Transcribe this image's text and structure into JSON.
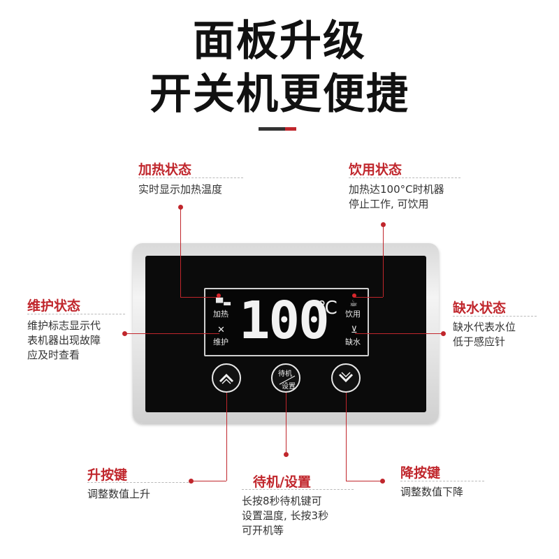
{
  "headline": {
    "line1": "面板升级",
    "line2": "开关机更便捷"
  },
  "callouts": {
    "heating": {
      "title": "加热状态",
      "desc": "实时显示加热温度"
    },
    "drinking": {
      "title": "饮用状态",
      "desc": "加热达100°C时机器\n停止工作, 可饮用"
    },
    "maintenance": {
      "title": "维护状态",
      "desc": "维护标志显示代\n表机器出现故障\n应及时查看"
    },
    "water_shortage": {
      "title": "缺水状态",
      "desc": "缺水代表水位\n低于感应针"
    },
    "up_key": {
      "title": "升按键",
      "desc": "调整数值上升"
    },
    "standby": {
      "title": "待机/设置",
      "desc": "长按8秒待机键可\n设置温度, 长按3秒\n可开机等"
    },
    "down_key": {
      "title": "降按键",
      "desc": "调整数值下降"
    }
  },
  "display": {
    "temperature": "100",
    "unit": "℃",
    "indicators": {
      "heating": {
        "label": "加热",
        "icon": "heater-icon"
      },
      "maintenance": {
        "label": "维护",
        "icon": "tools-icon"
      },
      "drinking": {
        "label": "饮用",
        "icon": "cup-icon"
      },
      "water_shortage": {
        "label": "缺水",
        "icon": "water-level-icon"
      }
    }
  },
  "buttons": {
    "up": {
      "icon": "chevron-up-icon"
    },
    "standby": {
      "top_label": "待机",
      "bottom_label": "设置"
    },
    "down": {
      "icon": "chevron-down-icon"
    }
  },
  "colors": {
    "accent": "#c0262c",
    "panel_face": "#0b0b0b"
  }
}
